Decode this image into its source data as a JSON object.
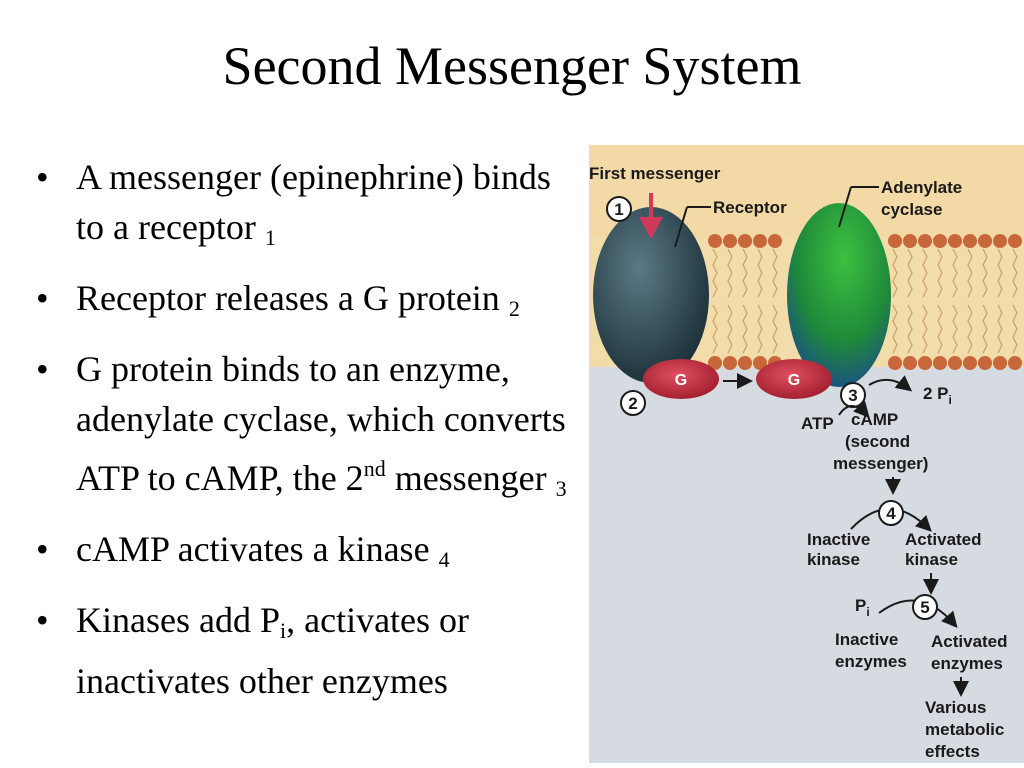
{
  "slide": {
    "title": "Second Messenger System"
  },
  "bullets": [
    {
      "text": "A messenger (epinephrine) binds to a receptor",
      "sub": "1"
    },
    {
      "text": "Receptor releases a G protein",
      "sub": "2"
    },
    {
      "pre": "G protein binds to an enzyme, adenylate cyclase, which converts ATP to cAMP, the 2",
      "sup": "nd",
      "post": " messenger",
      "sub": "3"
    },
    {
      "text": "cAMP activates a kinase",
      "sub": "4"
    },
    {
      "pre": "Kinases add P",
      "sub": "i",
      "post": ", activates or inactivates other enzymes"
    }
  ],
  "diagram": {
    "first_messenger": "First messenger",
    "receptor": "Receptor",
    "adenylate": "Adenylate",
    "cyclase": "cyclase",
    "g": "G",
    "two_p": "2 P",
    "i": "i",
    "atp": "ATP",
    "camp": "cAMP",
    "second_line1": "(second",
    "second_line2": "messenger)",
    "inactive": "Inactive",
    "kinase": "kinase",
    "activated": "Activated",
    "enzymes": "enzymes",
    "p": "P",
    "various": "Various",
    "metabolic": "metabolic",
    "effects": "effects",
    "steps": [
      "1",
      "2",
      "3",
      "4",
      "5"
    ],
    "colors": {
      "extracellular": "#f2d9a6",
      "cytoplasm": "#d6dbe1",
      "lipid_head": "#c8683a",
      "receptor": "#2e4a55",
      "cyclase": "#2a9a3a",
      "g_protein": "#c8283a",
      "arrow": "#d03a5a"
    }
  }
}
